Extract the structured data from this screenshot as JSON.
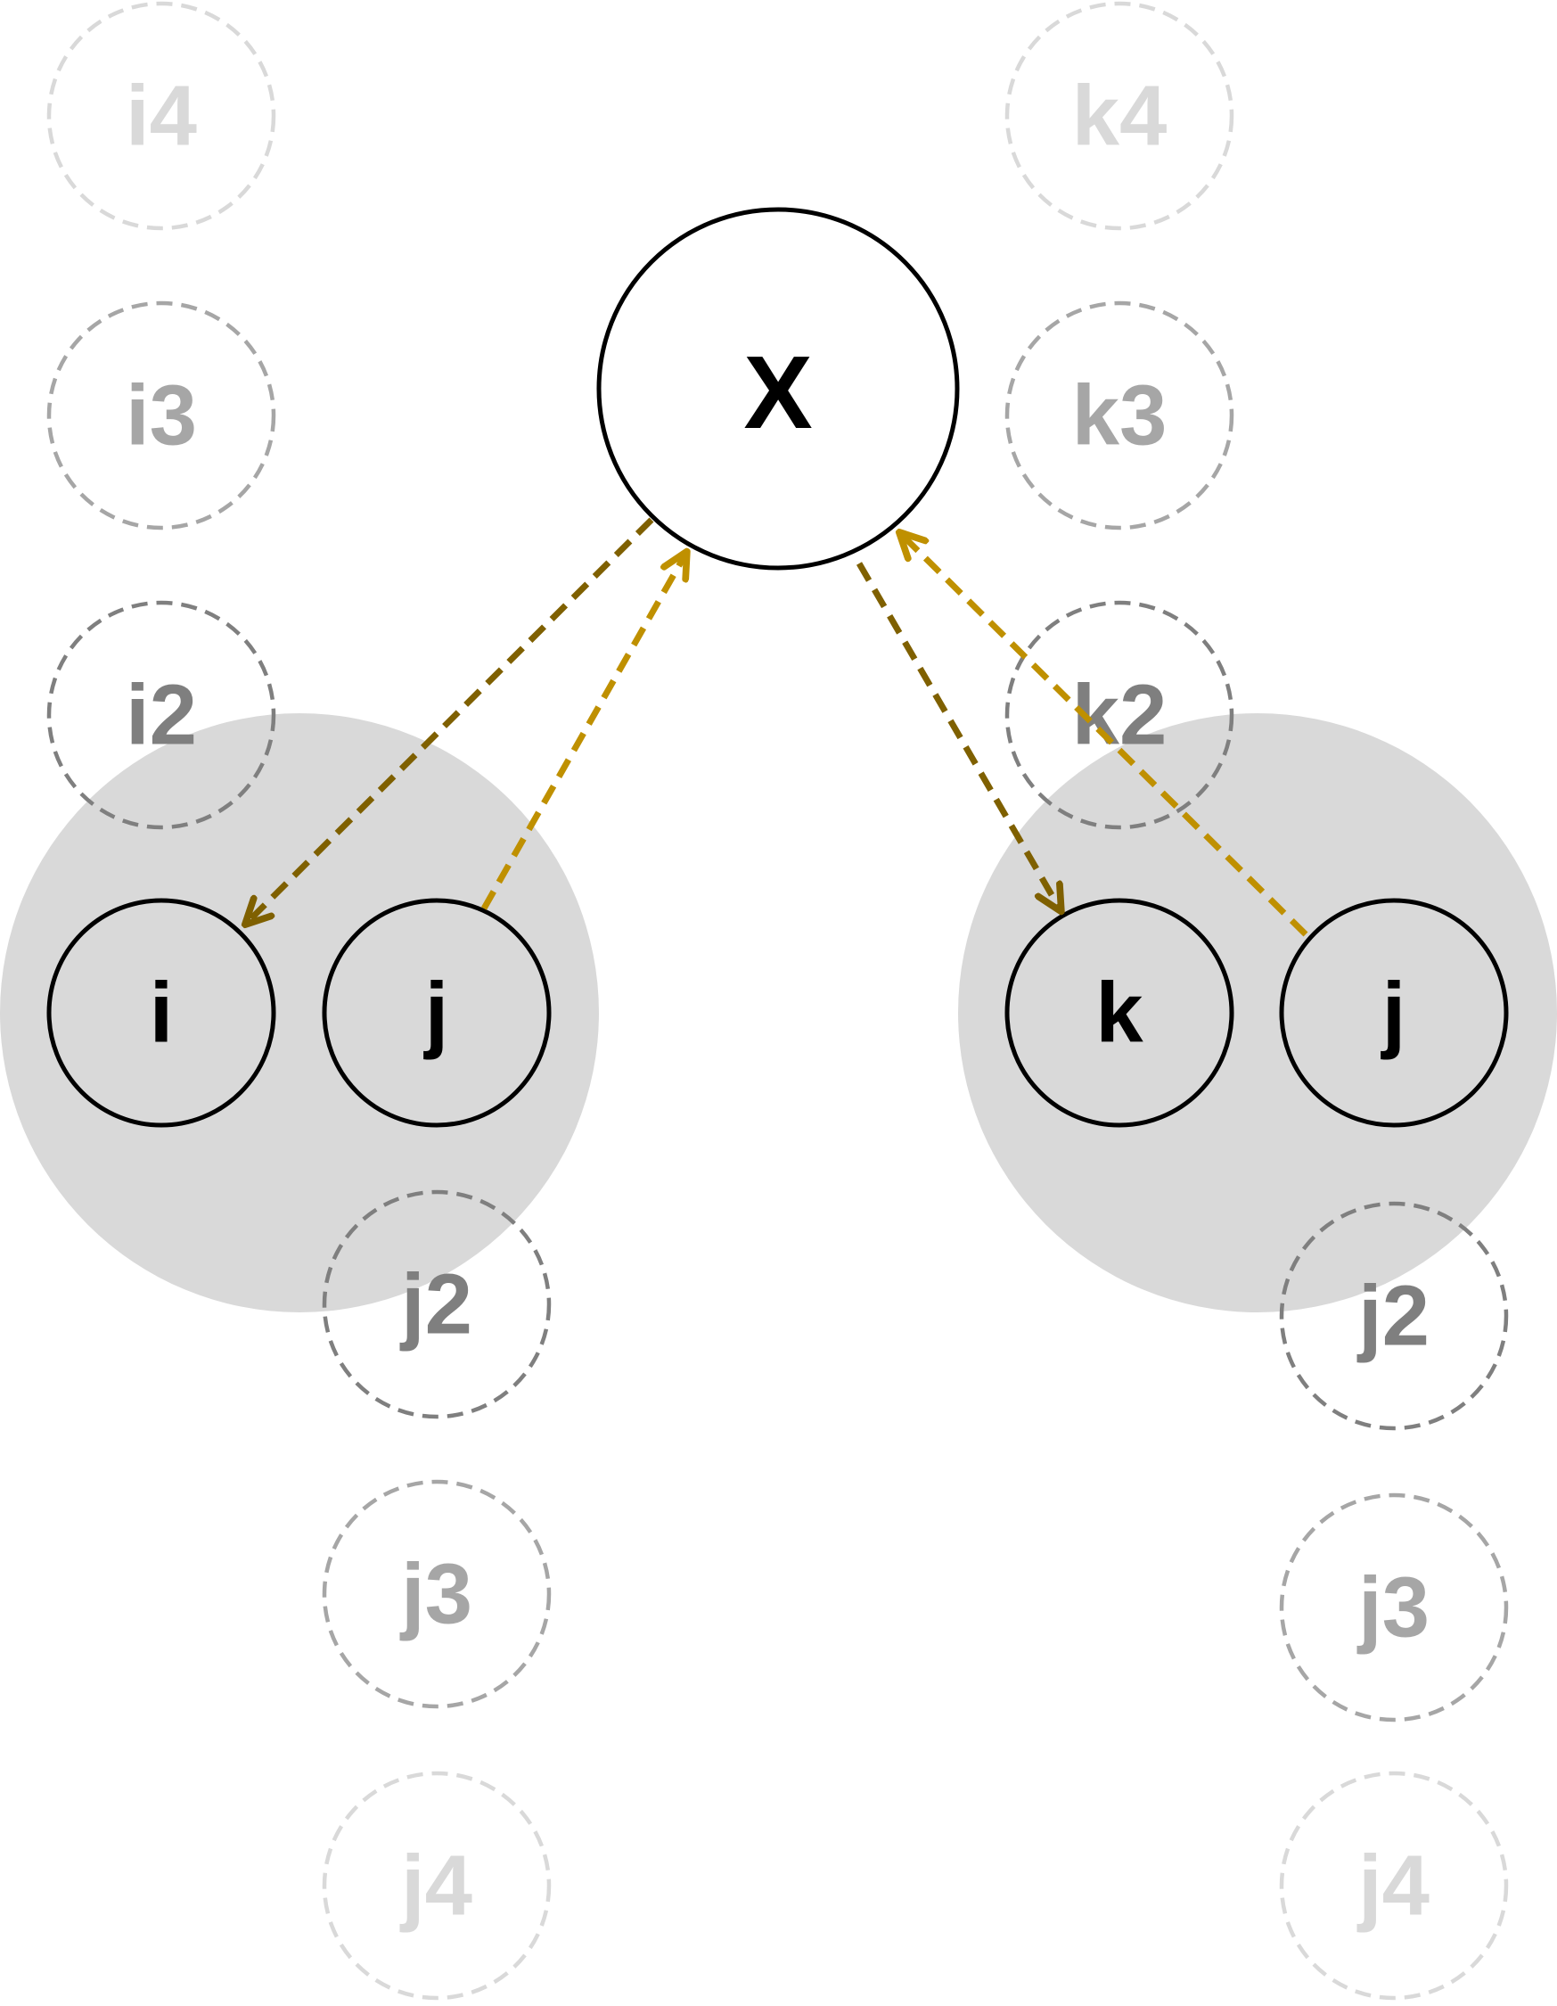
{
  "colors": {
    "background": "#ffffff",
    "group_fill": "#d9d9d9",
    "solid_stroke": "#000000",
    "solid_text": "#000000",
    "level2": "#7f7f7f",
    "level3": "#a6a6a6",
    "level4": "#d9d9d9",
    "arrow_dark": "#7f6000",
    "arrow_gold": "#bf9000"
  },
  "center": {
    "label": "X"
  },
  "left_group": {
    "i": {
      "label": "i"
    },
    "j": {
      "label": "j"
    },
    "i_stack": [
      {
        "label": "i2",
        "level": 2
      },
      {
        "label": "i3",
        "level": 3
      },
      {
        "label": "i4",
        "level": 4
      }
    ],
    "j_stack": [
      {
        "label": "j2",
        "level": 2
      },
      {
        "label": "j3",
        "level": 3
      },
      {
        "label": "j4",
        "level": 4
      }
    ]
  },
  "right_group": {
    "k": {
      "label": "k"
    },
    "j": {
      "label": "j"
    },
    "k_stack": [
      {
        "label": "k2",
        "level": 2
      },
      {
        "label": "k3",
        "level": 3
      },
      {
        "label": "k4",
        "level": 4
      }
    ],
    "j_stack": [
      {
        "label": "j2",
        "level": 2
      },
      {
        "label": "j3",
        "level": 3
      },
      {
        "label": "j4",
        "level": 4
      }
    ]
  },
  "arrows": [
    {
      "from": "X",
      "to": "i",
      "color": "arrow_dark"
    },
    {
      "from": "left j",
      "to": "X",
      "color": "arrow_gold"
    },
    {
      "from": "X",
      "to": "k",
      "color": "arrow_dark"
    },
    {
      "from": "right j",
      "to": "X",
      "color": "arrow_gold"
    }
  ]
}
